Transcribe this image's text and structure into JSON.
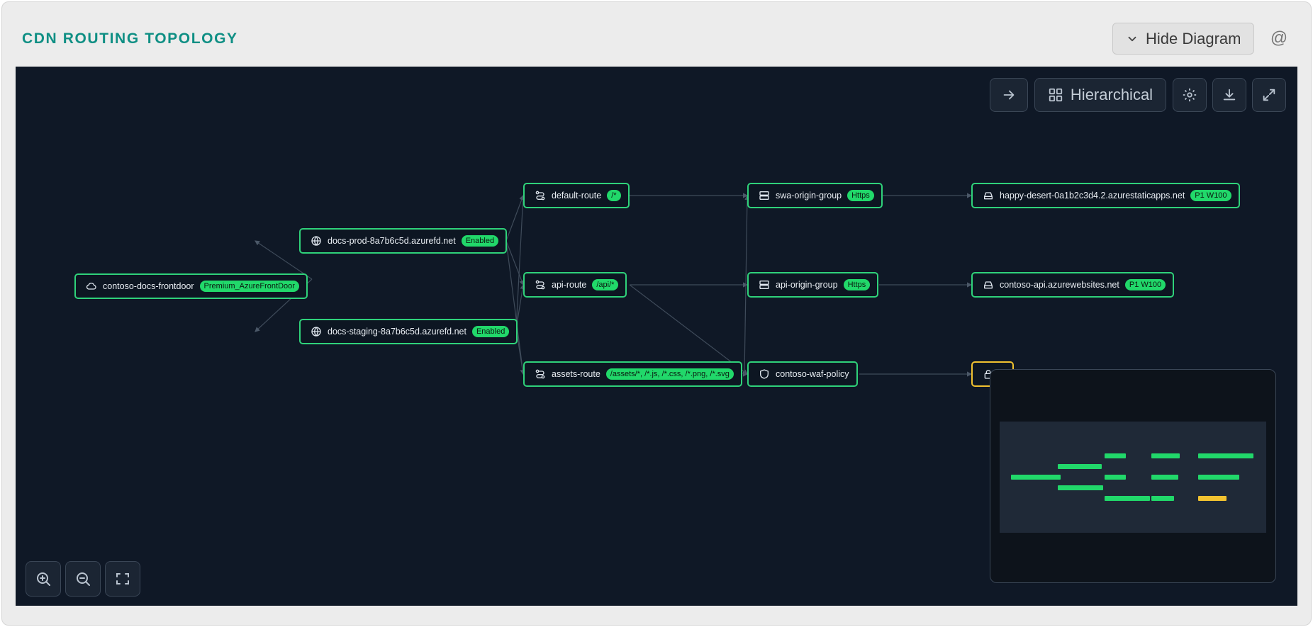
{
  "header": {
    "title": "CDN ROUTING TOPOLOGY",
    "hide_diagram_label": "Hide Diagram",
    "mention_icon": "@"
  },
  "toolbar": {
    "layout_label": "Hierarchical",
    "icons": [
      "arrow-right-icon",
      "layout-grid-icon",
      "gear-icon",
      "download-icon",
      "expand-icon"
    ]
  },
  "colors": {
    "accent": "#0f8f84",
    "node_border": "#2fd27a",
    "badge_bg": "#21d86a",
    "warn": "#f2c230",
    "canvas_bg": "#0f1826"
  },
  "nodes": {
    "frontdoor": {
      "label": "contoso-docs-frontdoor",
      "badge": "Premium_AzureFrontDoor",
      "icon": "cloud-icon"
    },
    "docs_prod": {
      "label": "docs-prod-8a7b6c5d.azurefd.net",
      "badge": "Enabled",
      "icon": "globe-icon"
    },
    "docs_staging": {
      "label": "docs-staging-8a7b6c5d.azurefd.net",
      "badge": "Enabled",
      "icon": "globe-icon"
    },
    "default_route": {
      "label": "default-route",
      "badge": "/*",
      "icon": "route-icon"
    },
    "api_route": {
      "label": "api-route",
      "badge": "/api/*",
      "icon": "route-icon"
    },
    "assets_route": {
      "label": "assets-route",
      "badge": "/assets/*, /*.js, /*.css, /*.png, /*.svg",
      "icon": "route-icon"
    },
    "swa_origin_group": {
      "label": "swa-origin-group",
      "badge": "Https",
      "icon": "server-icon"
    },
    "api_origin_group": {
      "label": "api-origin-group",
      "badge": "Https",
      "icon": "server-icon"
    },
    "waf_policy": {
      "label": "contoso-waf-policy",
      "icon": "shield-icon"
    },
    "swa_origin": {
      "label": "happy-desert-0a1b2c3d4.2.azurestaticapps.net",
      "badge": "P1 W100",
      "icon": "drive-icon"
    },
    "api_origin": {
      "label": "contoso-api.azurewebsites.net",
      "badge": "P1 W100",
      "icon": "drive-icon"
    },
    "warn_node": {
      "label": "",
      "icon": "lock-icon"
    }
  },
  "zoom_controls": [
    "zoom-in-icon",
    "zoom-out-icon",
    "fit-view-icon"
  ]
}
